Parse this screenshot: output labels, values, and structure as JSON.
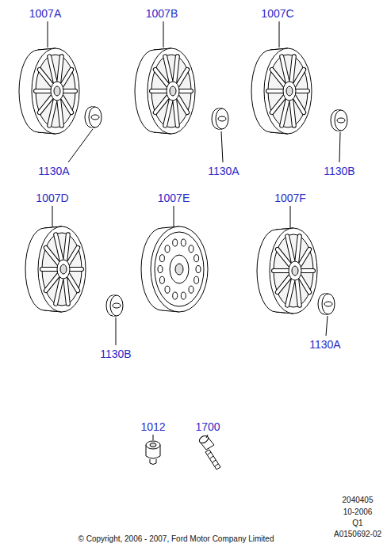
{
  "diagram": {
    "labels": [
      "1007A",
      "1007B",
      "1007C",
      "1130A",
      "1130A",
      "1130B",
      "1007D",
      "1007E",
      "1007F",
      "1130B",
      "1130A",
      "1012",
      "1700",
      "2040405",
      "10-2006",
      "Q1",
      "A0150692-02",
      "© Copyright, 2006 - 2007, Ford Motor Company Limited"
    ]
  }
}
